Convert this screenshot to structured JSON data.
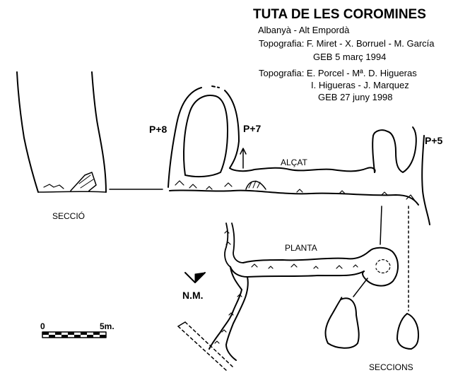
{
  "header": {
    "title": "TUTA DE LES COROMINES",
    "location": "Albanyà - Alt Empordà",
    "survey1": {
      "team": "Topografia: F. Miret - X. Borruel - M. García",
      "club_date": "GEB   5 març 1994"
    },
    "survey2": {
      "team1": "Topografia: E. Porcel - Mª. D. Higueras",
      "team2": "I. Higueras - J. Marquez",
      "club_date": "GEB  27 juny 1998"
    }
  },
  "labels": {
    "seccio": "SECCIÓ",
    "alcat": "ALÇAT",
    "planta": "PLANTA",
    "seccions": "SECCIONS",
    "p8": "P+8",
    "p7": "P+7",
    "p5": "P+5"
  },
  "north": {
    "label": "N.M."
  },
  "scale": {
    "start": "0",
    "end": "5m."
  },
  "colors": {
    "ink": "#000000",
    "paper": "#ffffff"
  }
}
